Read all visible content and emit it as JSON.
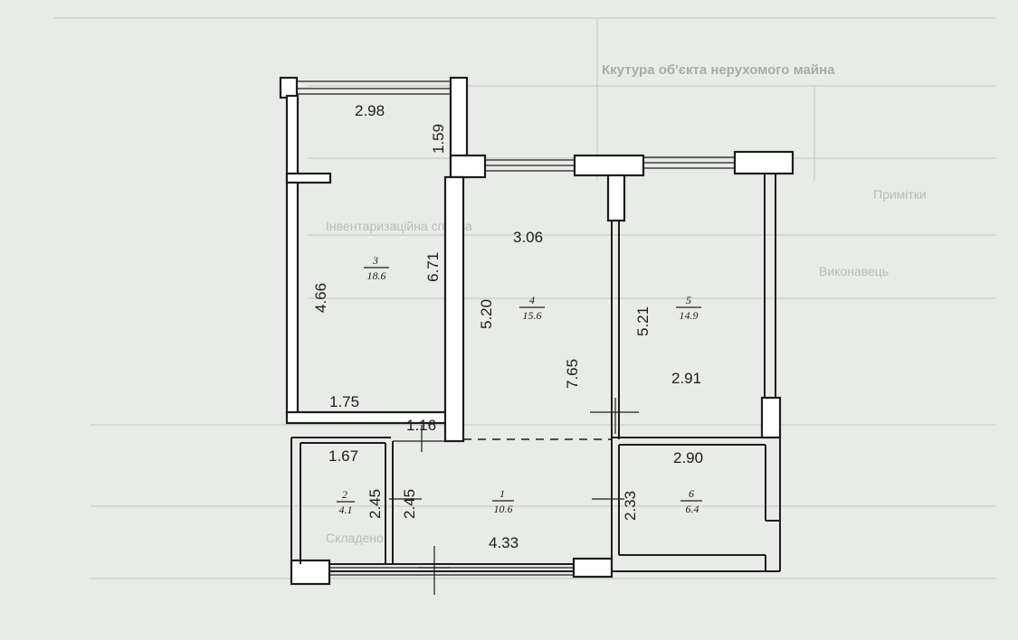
{
  "plan": {
    "rooms": [
      {
        "number": "1",
        "area": "10.6"
      },
      {
        "number": "2",
        "area": "4.1"
      },
      {
        "number": "3",
        "area": "18.6"
      },
      {
        "number": "4",
        "area": "15.6"
      },
      {
        "number": "5",
        "area": "14.9"
      },
      {
        "number": "6",
        "area": "6.4"
      }
    ],
    "dimensions": {
      "balcony_width": "2.98",
      "balcony_depth": "1.59",
      "room3_height_left": "4.66",
      "room3_height_right": "6.71",
      "room3_bottom": "1.75",
      "room4_width": "3.06",
      "room4_height": "5.20",
      "room4_hall_height": "7.65",
      "room5_height": "5.21",
      "room5_width": "2.91",
      "room6_width": "2.90",
      "room6_height": "2.33",
      "room2_width": "1.67",
      "room2_height_a": "2.45",
      "room2_height_b": "2.45",
      "doorway": "1.16",
      "hall_width": "4.33"
    }
  },
  "background_text": {
    "heading": "Ккутура об'єкта нерухомого майна",
    "line_a": "Примітки",
    "line_b": "Інвентаризаційна справа",
    "line_c": "Виконавець",
    "line_d": "Складено"
  }
}
